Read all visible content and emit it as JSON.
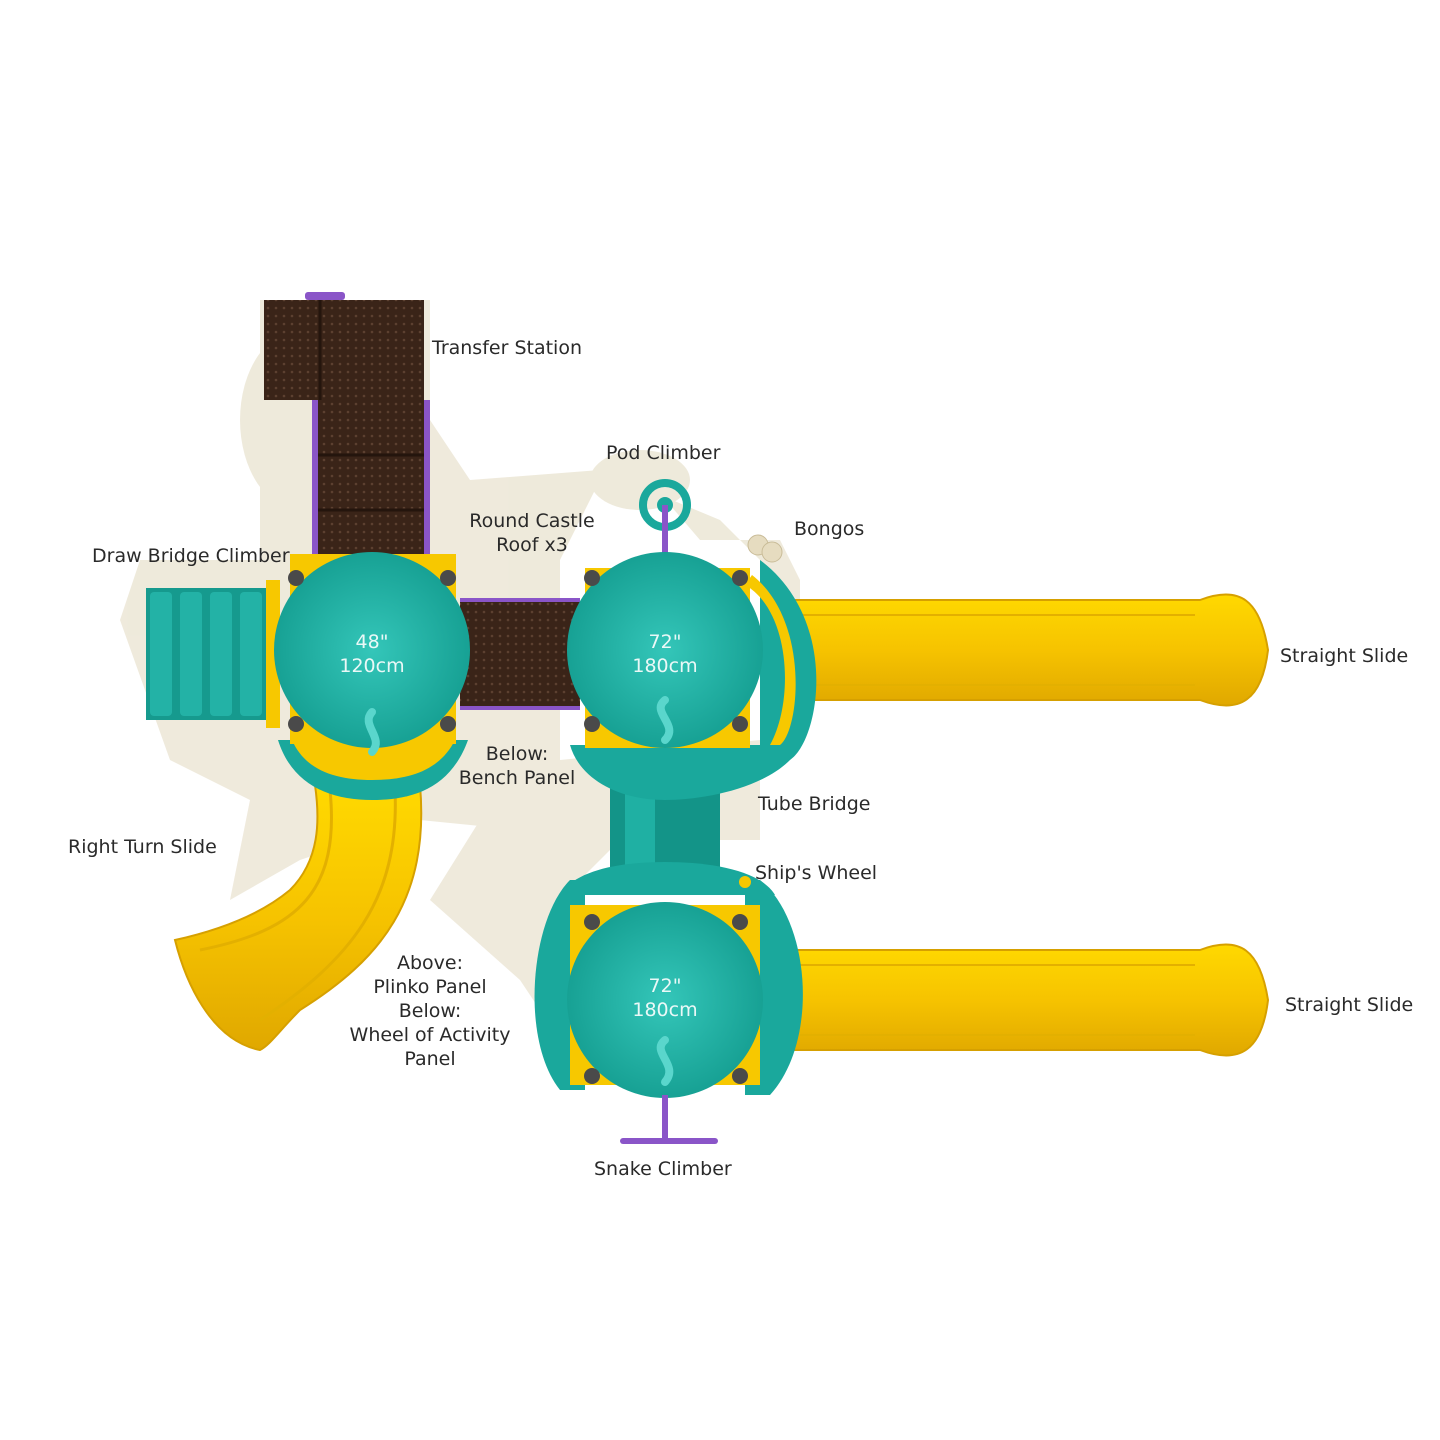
{
  "labels": {
    "transfer_station": "Transfer Station",
    "pod_climber": "Pod Climber",
    "round_castle_roof": [
      "Round Castle",
      "Roof x3"
    ],
    "bongos": "Bongos",
    "draw_bridge_climber": "Draw Bridge Climber",
    "straight_slide_top": "Straight Slide",
    "below_bench_panel": [
      "Below:",
      "Bench Panel"
    ],
    "tube_bridge": "Tube Bridge",
    "right_turn_slide": "Right Turn Slide",
    "ships_wheel": "Ship's Wheel",
    "activity_panels": [
      "Above:",
      "Plinko Panel",
      "Below:",
      "Wheel of Activity",
      "Panel"
    ],
    "straight_slide_bottom": "Straight Slide",
    "snake_climber": "Snake Climber"
  },
  "decks": {
    "left": [
      "48\"",
      "120cm"
    ],
    "right_top": [
      "72\"",
      "180cm"
    ],
    "right_bottom": [
      "72\"",
      "180cm"
    ]
  },
  "colors": {
    "teal": "#1aa89c",
    "teal_light": "#2bbcb0",
    "yellow": "#f7c800",
    "brown": "#3a2418",
    "purple": "#8a55c8",
    "shadow": "#ede8d8"
  }
}
